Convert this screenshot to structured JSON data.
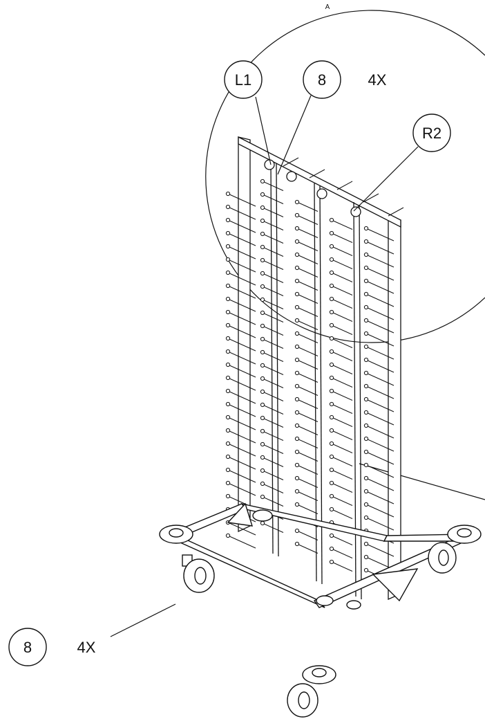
{
  "detail_label": "A",
  "callouts": {
    "l1": "L1",
    "top_item": "8",
    "top_qty": "4X",
    "r2": "R2",
    "bottom_item": "8",
    "bottom_qty": "4X"
  },
  "colors": {
    "line": "#111111",
    "background": "#ffffff"
  }
}
